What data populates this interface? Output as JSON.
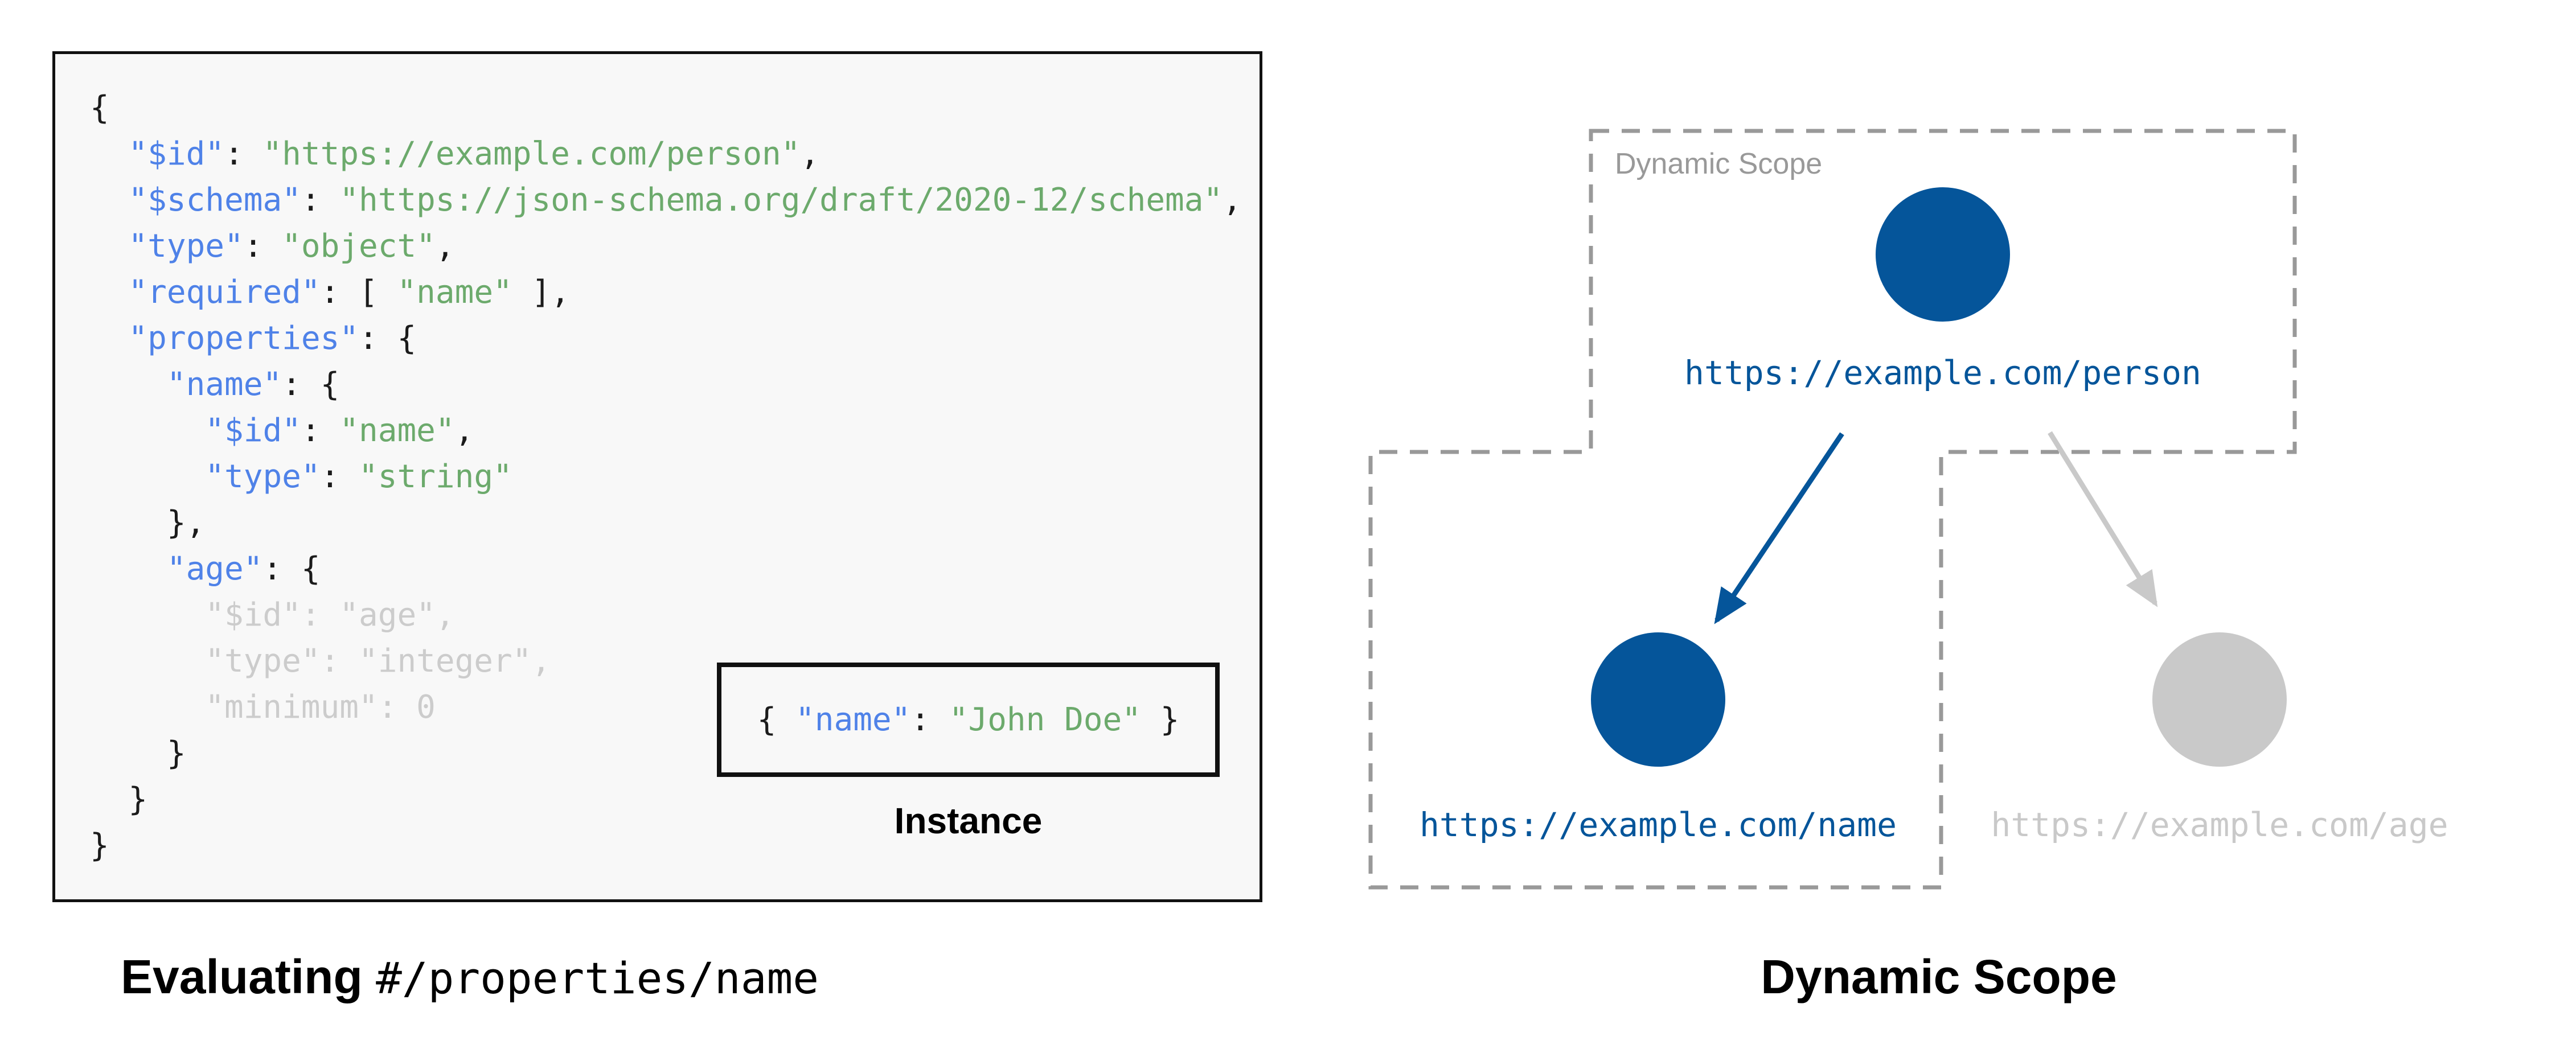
{
  "colors": {
    "page_bg": "#ffffff",
    "code_bg": "#f8f8f8",
    "code_border": "#111111",
    "code_punct": "#1b1b1b",
    "code_key_blue": "#4f82e8",
    "code_string_green": "#6caa6c",
    "code_muted": "#cccccc",
    "diagram_blue": "#05559a",
    "diagram_gray": "#c9c9c9",
    "dashed_border_gray": "#999999",
    "scope_label_gray": "#999999",
    "caption_black": "#000000"
  },
  "schema_code": {
    "lines": [
      [
        [
          "p",
          "{"
        ]
      ],
      [
        [
          "p",
          "  "
        ],
        [
          "k",
          "\"$id\""
        ],
        [
          "p",
          ": "
        ],
        [
          "s",
          "\"https://example.com/person\""
        ],
        [
          "p",
          ","
        ]
      ],
      [
        [
          "p",
          "  "
        ],
        [
          "k",
          "\"$schema\""
        ],
        [
          "p",
          ": "
        ],
        [
          "s",
          "\"https://json-schema.org/draft/2020-12/schema\""
        ],
        [
          "p",
          ","
        ]
      ],
      [
        [
          "p",
          "  "
        ],
        [
          "k",
          "\"type\""
        ],
        [
          "p",
          ": "
        ],
        [
          "s",
          "\"object\""
        ],
        [
          "p",
          ","
        ]
      ],
      [
        [
          "p",
          "  "
        ],
        [
          "k",
          "\"required\""
        ],
        [
          "p",
          ": [ "
        ],
        [
          "s",
          "\"name\""
        ],
        [
          "p",
          " ],"
        ]
      ],
      [
        [
          "p",
          "  "
        ],
        [
          "k",
          "\"properties\""
        ],
        [
          "p",
          ": {"
        ]
      ],
      [
        [
          "p",
          "    "
        ],
        [
          "k",
          "\"name\""
        ],
        [
          "p",
          ": {"
        ]
      ],
      [
        [
          "p",
          "      "
        ],
        [
          "k",
          "\"$id\""
        ],
        [
          "p",
          ": "
        ],
        [
          "s",
          "\"name\""
        ],
        [
          "p",
          ","
        ]
      ],
      [
        [
          "p",
          "      "
        ],
        [
          "k",
          "\"type\""
        ],
        [
          "p",
          ": "
        ],
        [
          "s",
          "\"string\""
        ]
      ],
      [
        [
          "p",
          "    },"
        ]
      ],
      [
        [
          "p",
          "    "
        ],
        [
          "k",
          "\"age\""
        ],
        [
          "p",
          ": {"
        ]
      ],
      [
        [
          "m",
          "      \"$id\": \"age\","
        ]
      ],
      [
        [
          "m",
          "      \"type\": \"integer\","
        ]
      ],
      [
        [
          "m",
          "      \"minimum\": 0"
        ]
      ],
      [
        [
          "p",
          "    }"
        ]
      ],
      [
        [
          "p",
          "  }"
        ]
      ],
      [
        [
          "p",
          "}"
        ]
      ]
    ]
  },
  "instance": {
    "segments": [
      [
        "p",
        "{ "
      ],
      [
        "k",
        "\"name\""
      ],
      [
        "p",
        ": "
      ],
      [
        "s",
        "\"John Doe\""
      ],
      [
        "p",
        " }"
      ]
    ],
    "label": "Instance"
  },
  "left_caption": {
    "bold": "Evaluating ",
    "mono": "#/properties/name"
  },
  "diagram": {
    "scope_label": "Dynamic Scope",
    "nodes": [
      {
        "id": "person",
        "url": "https://example.com/person",
        "state": "active"
      },
      {
        "id": "name",
        "url": "https://example.com/name",
        "state": "active"
      },
      {
        "id": "age",
        "url": "https://example.com/age",
        "state": "inactive"
      }
    ],
    "caption": "Dynamic Scope"
  }
}
